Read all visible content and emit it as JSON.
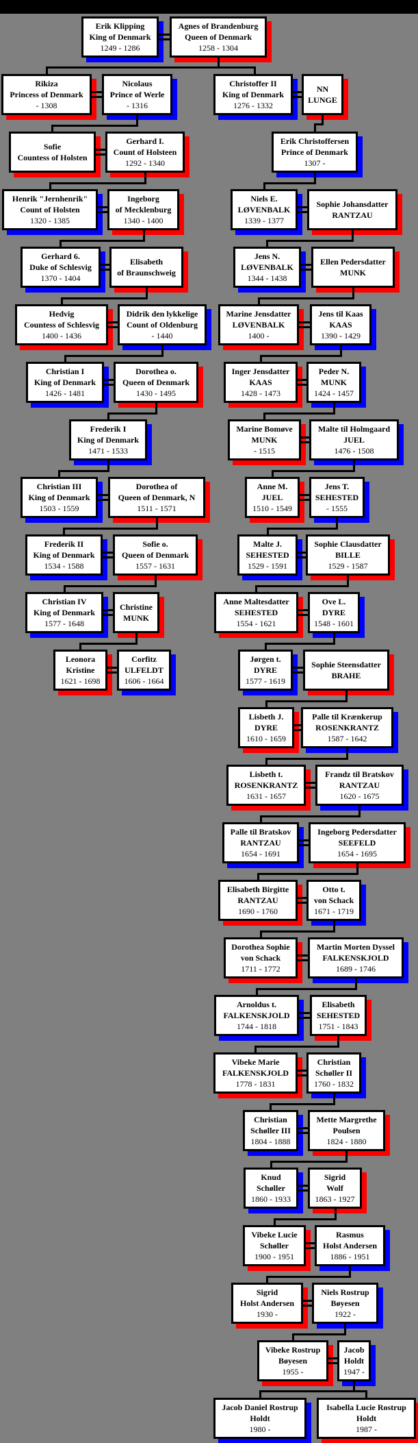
{
  "page": {
    "background": "#808080",
    "topbar_color": "#000000",
    "description": "Royal Danish ancestry family tree from Erik Klipping to Jacob Holdt's children"
  },
  "palette": {
    "male_shadow": "#0000FF",
    "female_shadow": "#FF0000",
    "box_fill": "#FFFFFF",
    "box_border": "#000000",
    "line_color": "#000000"
  },
  "tree": {
    "people": [
      {
        "id": "erik-klipping",
        "lines": [
          "Erik Klipping",
          "King of Denmark"
        ],
        "dates": "1249 - 1286",
        "shadow": "blue"
      },
      {
        "id": "agnes-of-brandenburg",
        "lines": [
          "Agnes of Brandenburg",
          "Queen of Denmark"
        ],
        "dates": "1258 - 1304",
        "shadow": "red"
      },
      {
        "id": "rikiza",
        "lines": [
          "Rikiza",
          "Princess of Denmark"
        ],
        "dates": "- 1308",
        "shadow": "red"
      },
      {
        "id": "nicolaus",
        "lines": [
          "Nicolaus",
          "Prince of Werle"
        ],
        "dates": "- 1316",
        "shadow": "blue"
      },
      {
        "id": "christoffer-ii",
        "lines": [
          "Christoffer II",
          "King of Denmark"
        ],
        "dates": "1276 - 1332",
        "shadow": "blue"
      },
      {
        "id": "nn-lunge",
        "lines": [
          "NN",
          "LUNGE"
        ],
        "dates": "",
        "shadow": "red"
      },
      {
        "id": "sofie-holsten",
        "lines": [
          "Sofie",
          "Countess of Holsten"
        ],
        "dates": "",
        "shadow": "red"
      },
      {
        "id": "gerhard-i",
        "lines": [
          "Gerhard I.",
          "Count of Holsteen"
        ],
        "dates": "1292 - 1340",
        "shadow": "red"
      },
      {
        "id": "erik-christoffersen",
        "lines": [
          "Erik Christoffersen",
          "Prince of Denmark"
        ],
        "dates": "1307 -",
        "shadow": "blue"
      },
      {
        "id": "henrik-jernhenrik",
        "lines": [
          "Henrik \"Jernhenrik\"",
          "Count of Holsten"
        ],
        "dates": "1320 - 1385",
        "shadow": "blue"
      },
      {
        "id": "ingeborg-mecklenburg",
        "lines": [
          "Ingeborg",
          "of Mecklenburg"
        ],
        "dates": "1340 - 1400",
        "shadow": "red"
      },
      {
        "id": "niels-e-lovenbalk",
        "lines": [
          "Niels E.",
          "LØVENBALK"
        ],
        "dates": "1339 - 1377",
        "shadow": "blue"
      },
      {
        "id": "sophie-johansdatter-rantzau",
        "lines": [
          "Sophie Johansdatter",
          "RANTZAU"
        ],
        "dates": "",
        "shadow": "red"
      },
      {
        "id": "gerhard-6",
        "lines": [
          "Gerhard 6.",
          "Duke of Schlesvig"
        ],
        "dates": "1370 - 1404",
        "shadow": "blue"
      },
      {
        "id": "elisabeth-braunschweig",
        "lines": [
          "Elisabeth",
          "of Braunschweig"
        ],
        "dates": "",
        "shadow": "red"
      },
      {
        "id": "jens-n-lovenbalk",
        "lines": [
          "Jens N.",
          "LØVENBALK"
        ],
        "dates": "1344 - 1438",
        "shadow": "blue"
      },
      {
        "id": "ellen-pedersdatter-munk",
        "lines": [
          "Ellen Pedersdatter",
          "MUNK"
        ],
        "dates": "",
        "shadow": "red"
      },
      {
        "id": "hedvig-schlesvig",
        "lines": [
          "Hedvig",
          "Countess of Schlesvig"
        ],
        "dates": "1400 - 1436",
        "shadow": "red"
      },
      {
        "id": "didrik-oldenburg",
        "lines": [
          "Didrik den lykkelige",
          "Count of Oldenburg"
        ],
        "dates": "- 1440",
        "shadow": "blue"
      },
      {
        "id": "marine-jensdatter-lovenbalk",
        "lines": [
          "Marine Jensdatter",
          "LØVENBALK"
        ],
        "dates": "1400 -",
        "shadow": "red"
      },
      {
        "id": "jens-til-kaas",
        "lines": [
          "Jens til Kaas",
          "KAAS"
        ],
        "dates": "1390 - 1429",
        "shadow": "blue"
      },
      {
        "id": "christian-i",
        "lines": [
          "Christian I",
          "King of Denmark"
        ],
        "dates": "1426 - 1481",
        "shadow": "blue"
      },
      {
        "id": "dorothea-o",
        "lines": [
          "Dorothea o.",
          "Queen of Denmark"
        ],
        "dates": "1430 - 1495",
        "shadow": "red"
      },
      {
        "id": "inger-jensdatter-kaas",
        "lines": [
          "Inger Jensdatter",
          "KAAS"
        ],
        "dates": "1428 - 1473",
        "shadow": "red"
      },
      {
        "id": "peder-n-munk",
        "lines": [
          "Peder N.",
          "MUNK"
        ],
        "dates": "1424 - 1457",
        "shadow": "blue"
      },
      {
        "id": "frederik-i",
        "lines": [
          "Frederik I",
          "King of Denmark"
        ],
        "dates": "1471 - 1533",
        "shadow": "blue"
      },
      {
        "id": "marine-bomove-munk",
        "lines": [
          "Marine Bomøve",
          "MUNK"
        ],
        "dates": "- 1515",
        "shadow": "red"
      },
      {
        "id": "malte-til-holmgaard-juel",
        "lines": [
          "Malte til Holmgaard",
          "JUEL"
        ],
        "dates": "1476 - 1508",
        "shadow": "blue"
      },
      {
        "id": "christian-iii",
        "lines": [
          "Christian III",
          "King of Denmark"
        ],
        "dates": "1503 - 1559",
        "shadow": "blue"
      },
      {
        "id": "dorothea-of-n",
        "lines": [
          "Dorothea of",
          "Queen of Denmark, N"
        ],
        "dates": "1511 - 1571",
        "shadow": "red"
      },
      {
        "id": "anne-m-juel",
        "lines": [
          "Anne M.",
          "JUEL"
        ],
        "dates": "1510 - 1549",
        "shadow": "red"
      },
      {
        "id": "jens-t-sehested",
        "lines": [
          "Jens T.",
          "SEHESTED"
        ],
        "dates": "- 1555",
        "shadow": "blue"
      },
      {
        "id": "frederik-ii",
        "lines": [
          "Frederik II",
          "King of Denmark"
        ],
        "dates": "1534 - 1588",
        "shadow": "blue"
      },
      {
        "id": "sofie-o",
        "lines": [
          "Sofie o.",
          "Queen of Denmark"
        ],
        "dates": "1557 - 1631",
        "shadow": "red"
      },
      {
        "id": "malte-j-sehested",
        "lines": [
          "Malte J.",
          "SEHESTED"
        ],
        "dates": "1529 - 1591",
        "shadow": "blue"
      },
      {
        "id": "sophie-clausdatter-bille",
        "lines": [
          "Sophie Clausdatter",
          "BILLE"
        ],
        "dates": "1529 - 1587",
        "shadow": "red"
      },
      {
        "id": "christian-iv",
        "lines": [
          "Christian IV",
          "King of Denmark"
        ],
        "dates": "1577 - 1648",
        "shadow": "blue"
      },
      {
        "id": "christine-munk",
        "lines": [
          "Christine",
          "MUNK"
        ],
        "dates": "",
        "shadow": "red"
      },
      {
        "id": "anne-maltesdatter-sehested",
        "lines": [
          "Anne Maltesdatter",
          "SEHESTED"
        ],
        "dates": "1554 - 1621",
        "shadow": "red"
      },
      {
        "id": "ove-l-dyre",
        "lines": [
          "Ove L.",
          "DYRE"
        ],
        "dates": "1548 - 1601",
        "shadow": "blue"
      },
      {
        "id": "leonora-kristine",
        "lines": [
          "Leonora",
          "Kristine"
        ],
        "dates": "1621 - 1698",
        "shadow": "red"
      },
      {
        "id": "corfitz-ulfeldt",
        "lines": [
          "Corfitz",
          "ULFELDT"
        ],
        "dates": "1606 - 1664",
        "shadow": "blue"
      },
      {
        "id": "jorgen-t-dyre",
        "lines": [
          "Jørgen t.",
          "DYRE"
        ],
        "dates": "1577 - 1619",
        "shadow": "blue"
      },
      {
        "id": "sophie-steensdatter-brahe",
        "lines": [
          "Sophie Steensdatter",
          "BRAHE"
        ],
        "dates": "",
        "shadow": "red"
      },
      {
        "id": "lisbeth-j-dyre",
        "lines": [
          "Lisbeth J.",
          "DYRE"
        ],
        "dates": "1610 - 1659",
        "shadow": "red"
      },
      {
        "id": "palle-til-kraenkerup-rosenkrantz",
        "lines": [
          "Palle til Krænkerup",
          "ROSENKRANTZ"
        ],
        "dates": "1587 - 1642",
        "shadow": "blue"
      },
      {
        "id": "lisbeth-t-rosenkrantz",
        "lines": [
          "Lisbeth t.",
          "ROSENKRANTZ"
        ],
        "dates": "1631 - 1657",
        "shadow": "red"
      },
      {
        "id": "frandz-til-bratskov-rantzau",
        "lines": [
          "Frandz til Bratskov",
          "RANTZAU"
        ],
        "dates": "1620 - 1675",
        "shadow": "blue"
      },
      {
        "id": "palle-til-bratskov-rantzau",
        "lines": [
          "Palle til Bratskov",
          "RANTZAU"
        ],
        "dates": "1654 - 1691",
        "shadow": "blue"
      },
      {
        "id": "ingeborg-pedersdatter-seefeld",
        "lines": [
          "Ingeborg Pedersdatter",
          "SEEFELD"
        ],
        "dates": "1654 - 1695",
        "shadow": "red"
      },
      {
        "id": "elisabeth-birgitte-rantzau",
        "lines": [
          "Elisabeth Birgitte",
          "RANTZAU"
        ],
        "dates": "1690 - 1760",
        "shadow": "red"
      },
      {
        "id": "otto-t-von-schack",
        "lines": [
          "Otto t.",
          "von Schack"
        ],
        "dates": "1671 - 1719",
        "shadow": "blue"
      },
      {
        "id": "dorothea-sophie-von-schack",
        "lines": [
          "Dorothea Sophie",
          "von Schack"
        ],
        "dates": "1711 - 1772",
        "shadow": "red"
      },
      {
        "id": "martin-morten-dyssel-falkenskjold",
        "lines": [
          "Martin Morten Dyssel",
          "FALKENSKJOLD"
        ],
        "dates": "1689 - 1746",
        "shadow": "blue"
      },
      {
        "id": "arnoldus-t-falkenskjold",
        "lines": [
          "Arnoldus t.",
          "FALKENSKJOLD"
        ],
        "dates": "1744 - 1818",
        "shadow": "blue"
      },
      {
        "id": "elisabeth-sehested",
        "lines": [
          "Elisabeth",
          "SEHESTED"
        ],
        "dates": "1751 - 1843",
        "shadow": "red"
      },
      {
        "id": "vibeke-marie-falkenskjold",
        "lines": [
          "Vibeke Marie",
          "FALKENSKJOLD"
        ],
        "dates": "1778 - 1831",
        "shadow": "red"
      },
      {
        "id": "christian-schoeller-ii",
        "lines": [
          "Christian",
          "Schøller II"
        ],
        "dates": "1760 - 1832",
        "shadow": "blue"
      },
      {
        "id": "christian-schoeller-iii",
        "lines": [
          "Christian",
          "Schøller III"
        ],
        "dates": "1804 - 1888",
        "shadow": "blue"
      },
      {
        "id": "mette-margrethe-poulsen",
        "lines": [
          "Mette Margrethe",
          "Poulsen"
        ],
        "dates": "1824 - 1880",
        "shadow": "red"
      },
      {
        "id": "knud-schoeller",
        "lines": [
          "Knud",
          "Schøller"
        ],
        "dates": "1860 - 1933",
        "shadow": "blue"
      },
      {
        "id": "sigrid-wolf",
        "lines": [
          "Sigrid",
          "Wolf"
        ],
        "dates": "1863 - 1927",
        "shadow": "red"
      },
      {
        "id": "vibeke-lucie-schoeller",
        "lines": [
          "Vibeke Lucie",
          "Schøller"
        ],
        "dates": "1900 - 1951",
        "shadow": "red"
      },
      {
        "id": "rasmus-holst-andersen",
        "lines": [
          "Rasmus",
          "Holst Andersen"
        ],
        "dates": "1886 - 1951",
        "shadow": "blue"
      },
      {
        "id": "sigrid-holst-andersen",
        "lines": [
          "Sigrid",
          "Holst Andersen"
        ],
        "dates": "1930 -",
        "shadow": "red"
      },
      {
        "id": "niels-rostrup-boyesen",
        "lines": [
          "Niels Rostrup",
          "Bøyesen"
        ],
        "dates": "1922 -",
        "shadow": "blue"
      },
      {
        "id": "vibeke-rostrup-boyesen",
        "lines": [
          "Vibeke Rostrup",
          "Bøyesen"
        ],
        "dates": "1955 -",
        "shadow": "red"
      },
      {
        "id": "jacob-holdt",
        "lines": [
          "Jacob",
          "Holdt"
        ],
        "dates": "1947 -",
        "shadow": "blue"
      },
      {
        "id": "jacob-daniel-rostrup-holdt",
        "lines": [
          "Jacob Daniel Rostrup",
          "Holdt"
        ],
        "dates": "1980 -",
        "shadow": "blue"
      },
      {
        "id": "isabella-lucie-rostrup-holdt",
        "lines": [
          "Isabella Lucie Rostrup",
          "Holdt"
        ],
        "dates": "1987 -",
        "shadow": "red"
      }
    ]
  }
}
